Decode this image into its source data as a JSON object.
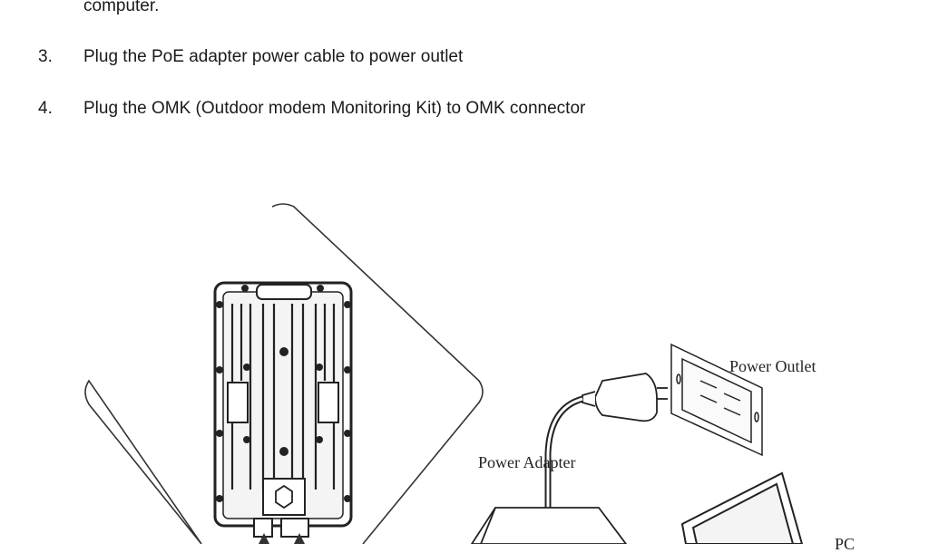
{
  "steps": [
    {
      "number": "",
      "text": "computer."
    },
    {
      "number": "3.",
      "text": "Plug the PoE adapter power cable to power outlet"
    },
    {
      "number": "4.",
      "text": "Plug the OMK (Outdoor modem Monitoring Kit) to OMK connector"
    }
  ],
  "figure": {
    "labels": {
      "power_outlet": "Power Outlet",
      "power_adapter": "Power Adapter",
      "pc": "PC"
    }
  }
}
